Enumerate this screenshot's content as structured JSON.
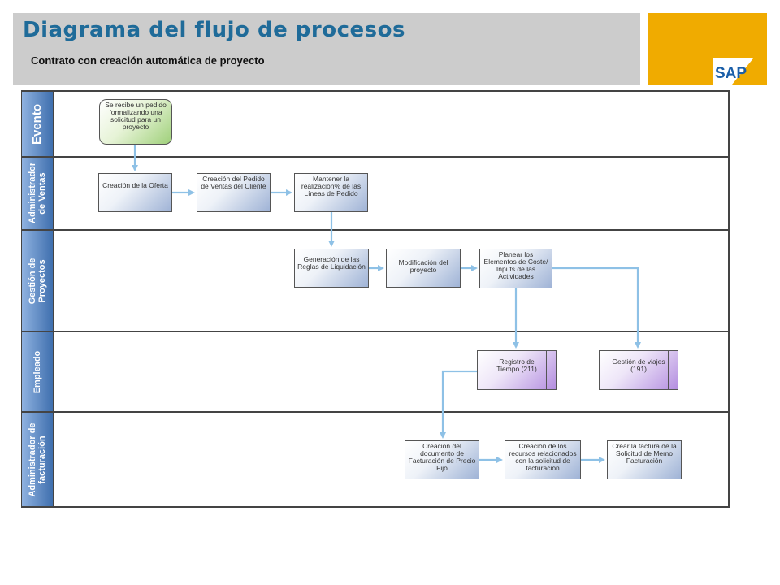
{
  "header": {
    "title": "Diagrama del flujo de procesos",
    "subtitle": "Contrato con creación automática de proyecto"
  },
  "logo": {
    "text": "SAP"
  },
  "colors": {
    "title": "#1f6b99",
    "header_bg": "#cccccc",
    "gold": "#f0ab00",
    "lane_label": "#3f6fae",
    "connector": "#8ec1e6",
    "event_fill": "#9fd07a",
    "subprocess_fill": "#b48ee0"
  },
  "lanes": [
    {
      "label": "Evento"
    },
    {
      "label": "Administrador de Ventas"
    },
    {
      "label": "Gestión de Proyectos"
    },
    {
      "label": "Empleado"
    },
    {
      "label": "Administrador de facturación"
    }
  ],
  "steps": {
    "event": "Se recibe un pedido formalizando una solicitud para un proyecto",
    "oferta": "Creación de la Oferta",
    "pedido": "Creación del Pedido de Ventas del Cliente",
    "mantener": "Mantener la realización% de las Líneas de Pedido",
    "reglas": "Generación de las Reglas de Liquidación",
    "modificacion": "Modificación del proyecto",
    "planear": "Planear los Elementos de Coste/ Inputs de las Actividades",
    "registro": "Registro de Tiempo (211)",
    "viajes": "Gestión de viajes (191)",
    "documento": "Creación del documento de Facturación de Precio Fijo",
    "recursos": "Creación de los recursos relacionados con la solicitud de facturación",
    "factura": "Crear la factura de la Solicitud de Memo Facturación"
  }
}
